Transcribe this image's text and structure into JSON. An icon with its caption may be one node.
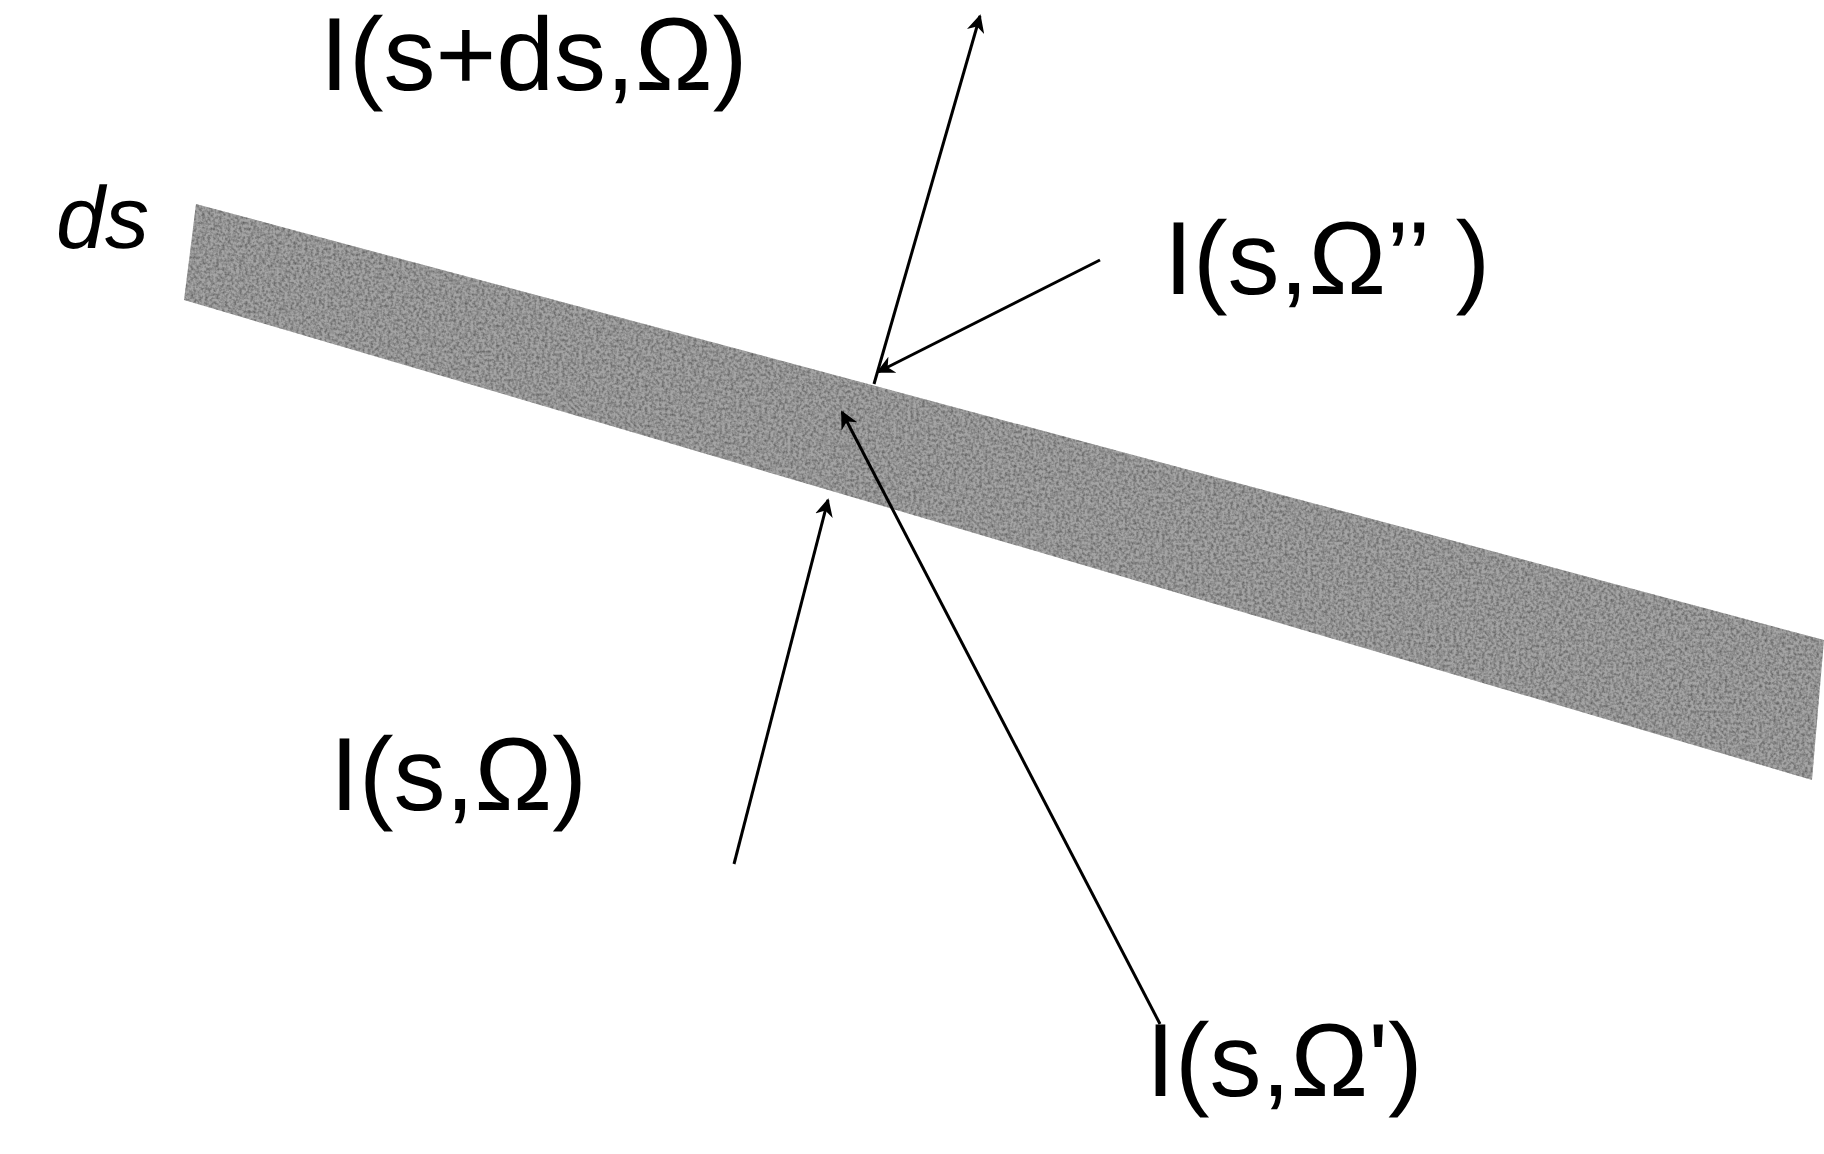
{
  "diagram": {
    "nodes": [
      {
        "text": [],
        "shape": "band",
        "beside": [
          "ds"
        ]
      },
      {
        "text": [
          "I(s+ds,Ω)"
        ]
      },
      {
        "text": [
          "I(s,Ω’’ )"
        ]
      },
      {
        "text": [
          "I(s,Ω)"
        ]
      },
      {
        "text": [
          "I(s,Ω')"
        ]
      }
    ],
    "edges": [
      {
        "from": 0,
        "to": null,
        "arrow": "to"
      },
      {
        "from": 2,
        "to": 0,
        "arrow": "to"
      },
      {
        "from": null,
        "to": 0,
        "arrow": "to"
      },
      {
        "from": 4,
        "to": 0,
        "arrow": "to"
      }
    ]
  }
}
